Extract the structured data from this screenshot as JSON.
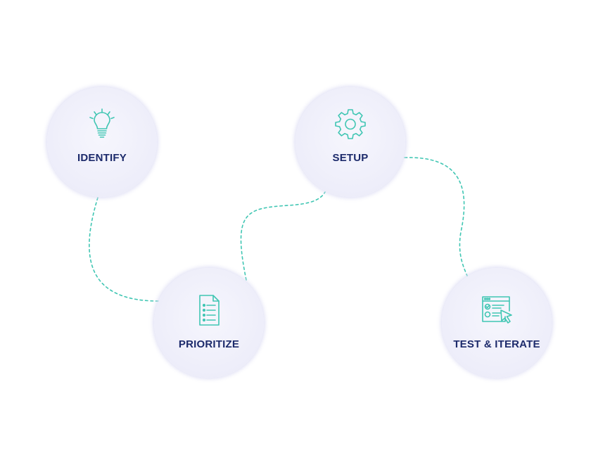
{
  "diagram": {
    "accent_color": "#40c6b3",
    "label_color": "#1c2a6b",
    "circle_color": "#eeeefa",
    "steps": [
      {
        "label": "IDENTIFY",
        "icon": "lightbulb-icon"
      },
      {
        "label": "PRIORITIZE",
        "icon": "document-checklist-icon"
      },
      {
        "label": "SETUP",
        "icon": "gear-icon"
      },
      {
        "label": "TEST & ITERATE",
        "icon": "browser-checklist-cursor-icon"
      }
    ]
  }
}
